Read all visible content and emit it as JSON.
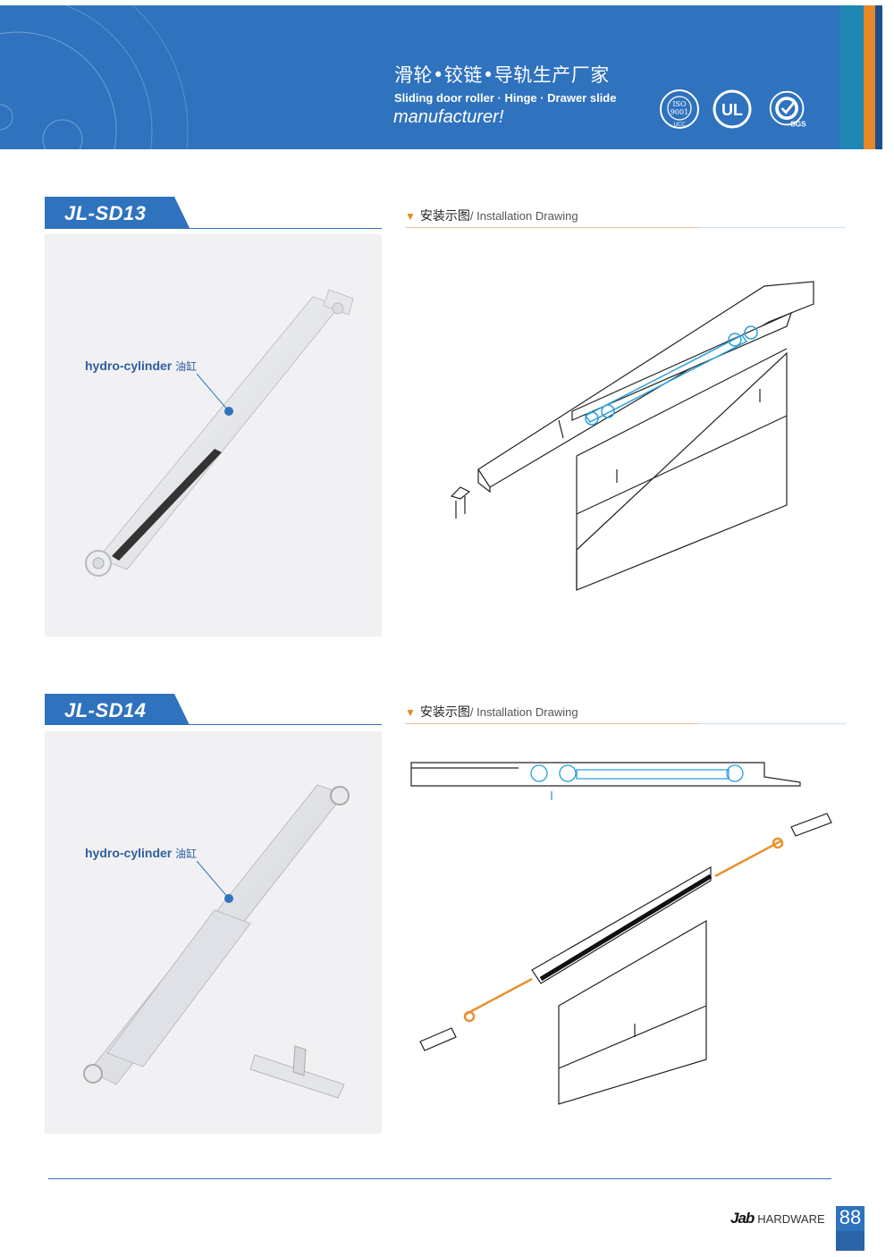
{
  "header": {
    "title_cn": "滑轮•铰链•导轨生产厂家",
    "subtitle": "Sliding door roller  · Hinge  · Drawer slide",
    "tagline": "manufacturer!",
    "certs": [
      {
        "name": "iso-cert-icon",
        "label_top": "ISO",
        "label_mid": "9001",
        "label_bottom": "UCC"
      },
      {
        "name": "ul-cert-icon",
        "label_mid": "UL"
      },
      {
        "name": "sgs-cert-icon",
        "label_bottom": "SGS"
      }
    ],
    "colors": {
      "blue": "#2f72bd",
      "orange": "#e8872a",
      "teal": "#1e87b4",
      "navy": "#1d4f8c"
    }
  },
  "products": [
    {
      "model": "JL-SD13",
      "callout_en": "hydro-cylinder",
      "callout_cn": "油缸",
      "install_cn": "安装示图",
      "install_en": "/ Installation Drawing"
    },
    {
      "model": "JL-SD14",
      "callout_en": "hydro-cylinder",
      "callout_cn": "油缸",
      "install_cn": "安装示图",
      "install_en": "/ Installation Drawing"
    }
  ],
  "footer": {
    "brand_logo": "Jab",
    "brand_text": "HARDWARE",
    "page_number": "88"
  }
}
